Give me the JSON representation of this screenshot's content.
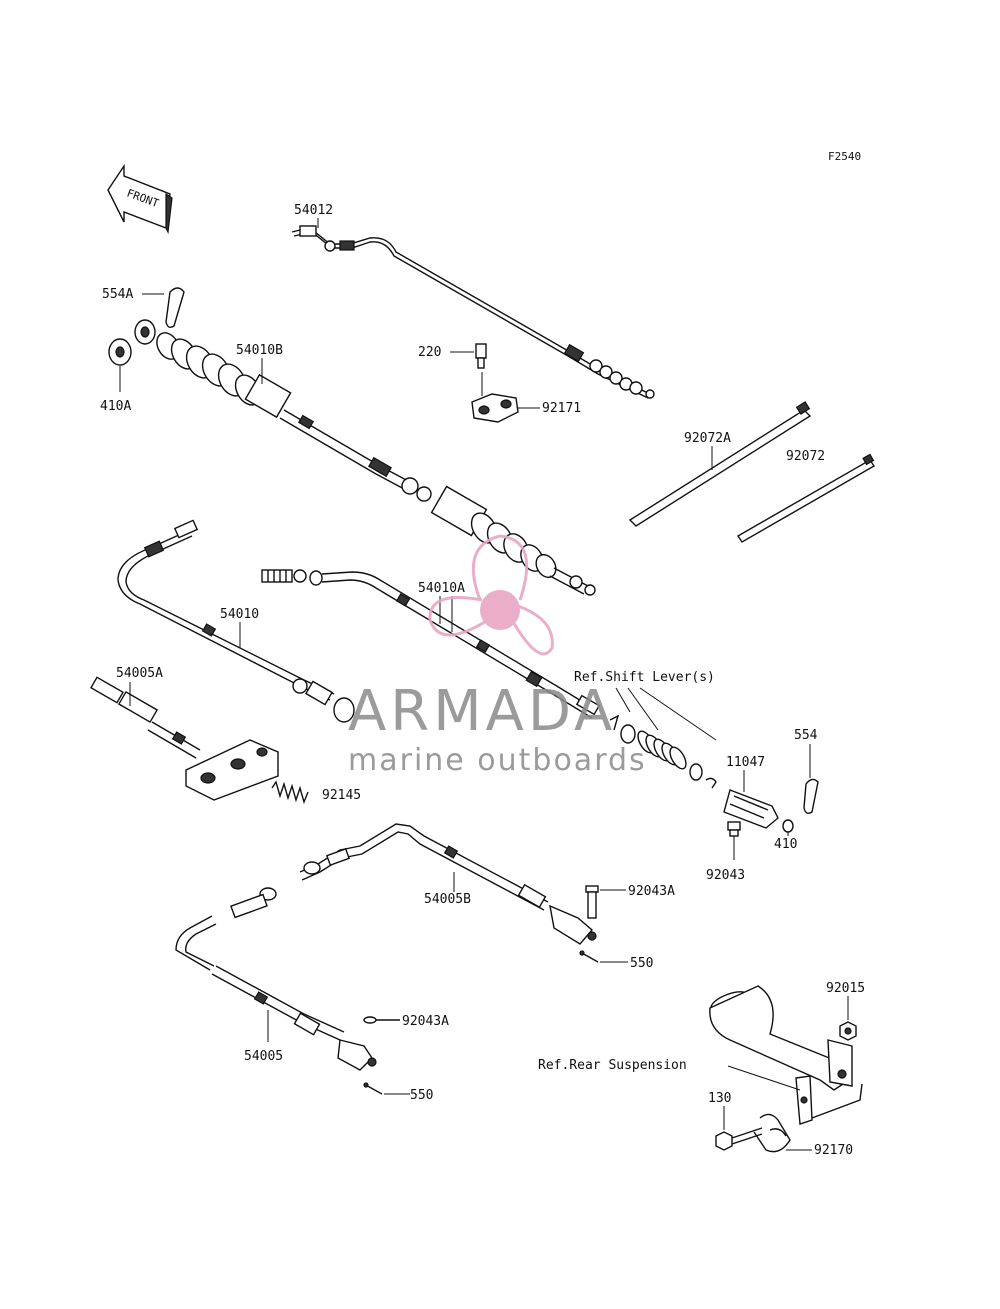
{
  "figure_code": "F2540",
  "front_indicator": "FRONT",
  "part_labels": {
    "p54012": "54012",
    "p554A": "554A",
    "p54010B": "54010B",
    "p410A": "410A",
    "p220": "220",
    "p92171": "92171",
    "p92072A": "92072A",
    "p92072": "92072",
    "p54010": "54010",
    "p54010A": "54010A",
    "p54005A": "54005A",
    "p92145": "92145",
    "p554": "554",
    "p11047": "11047",
    "p410": "410",
    "p92043": "92043",
    "p54005B": "54005B",
    "p92043A_1": "92043A",
    "p550_1": "550",
    "p54005": "54005",
    "p92043A_2": "92043A",
    "p550_2": "550",
    "p92015": "92015",
    "p130": "130",
    "p92170": "92170"
  },
  "reference_labels": {
    "shift_lever": "Ref.Shift Lever(s)",
    "rear_suspension": "Ref.Rear Suspension"
  },
  "watermark": {
    "brand": "ARMADA",
    "tagline": "marine outboards",
    "color": "#e8a6c4"
  }
}
